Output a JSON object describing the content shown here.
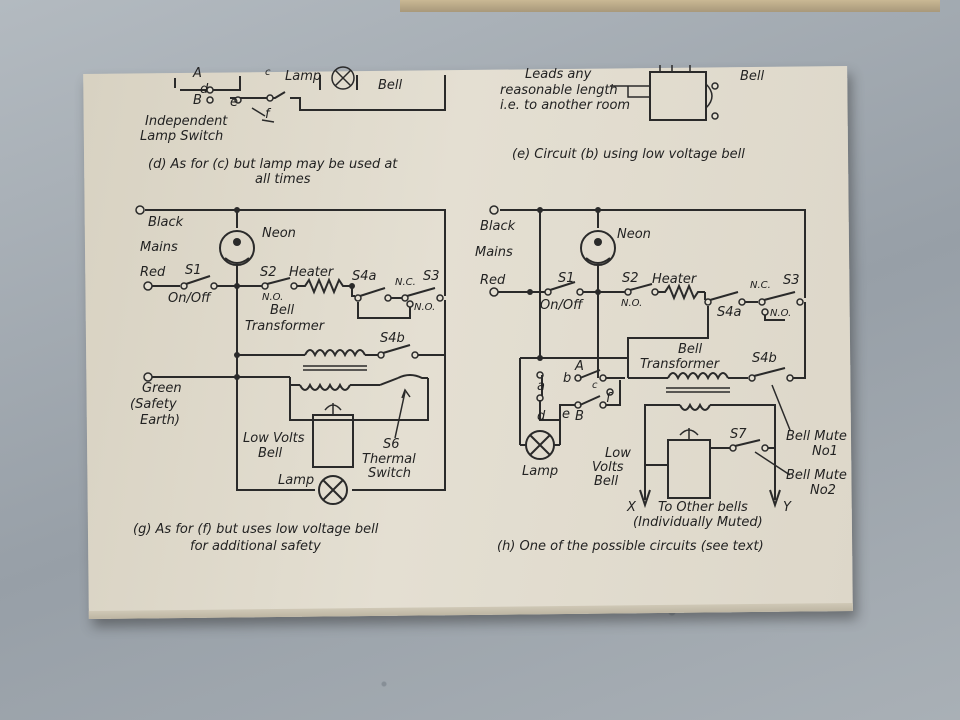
{
  "top_left": {
    "labels": {
      "a": "A",
      "b": "B",
      "d": "d",
      "e": "e",
      "c": "c",
      "f": "f",
      "lamp": "Lamp",
      "bell": "Bell"
    },
    "switch_label_1": "Independent",
    "switch_label_2": "Lamp Switch",
    "caption_1": "(d) As for (c) but lamp may be used at",
    "caption_2": "all times"
  },
  "top_right": {
    "leads_1": "Leads any",
    "leads_2": "reasonable length",
    "leads_3": "i.e. to another room",
    "bell": "Bell",
    "caption": "(e) Circuit (b) using low voltage bell"
  },
  "diagram_g": {
    "black": "Black",
    "mains": "Mains",
    "red": "Red",
    "neon": "Neon",
    "s1": "S1",
    "onoff": "On/Off",
    "s2": "S2",
    "no": "N.O.",
    "heater": "Heater",
    "s4a": "S4a",
    "nc": "N.C.",
    "s3": "S3",
    "no2": "N.O.",
    "bell_t1": "Bell",
    "bell_t2": "Transformer",
    "s4b": "S4b",
    "green": "Green",
    "safety": "(Safety",
    "earth": "Earth)",
    "lvb1": "Low Volts",
    "lvb2": "Bell",
    "s6": "S6",
    "thermal": "Thermal",
    "switch": "Switch",
    "lamp": "Lamp",
    "caption_1": "(g) As for (f) but uses low voltage bell",
    "caption_2": "for additional safety"
  },
  "diagram_h": {
    "black": "Black",
    "mains": "Mains",
    "red": "Red",
    "neon": "Neon",
    "s1": "S1",
    "onoff": "On/Off",
    "s2": "S2",
    "no": "N.O.",
    "heater": "Heater",
    "nc": "N.C.",
    "s3": "S3",
    "s4a": "S4a",
    "no2": "N.O.",
    "bell_t1": "Bell",
    "bell_t2": "Transformer",
    "s4b": "S4b",
    "sw_a": "A",
    "sw_b": "b",
    "sw_c": "c",
    "sw_a2": "a",
    "sw_d": "d",
    "sw_e": "e",
    "sw_bb": "B",
    "sw_f": "f",
    "lamp": "Lamp",
    "lvb1": "Low",
    "lvb2": "Volts",
    "lvb3": "Bell",
    "s7": "S7",
    "mute1a": "Bell Mute",
    "mute1b": "No1",
    "mute2a": "Bell Mute",
    "mute2b": "No2",
    "x": "X",
    "y": "Y",
    "other1": "To Other bells",
    "other2": "(Individually Muted)",
    "caption": "(h) One of the possible circuits (see text)"
  }
}
